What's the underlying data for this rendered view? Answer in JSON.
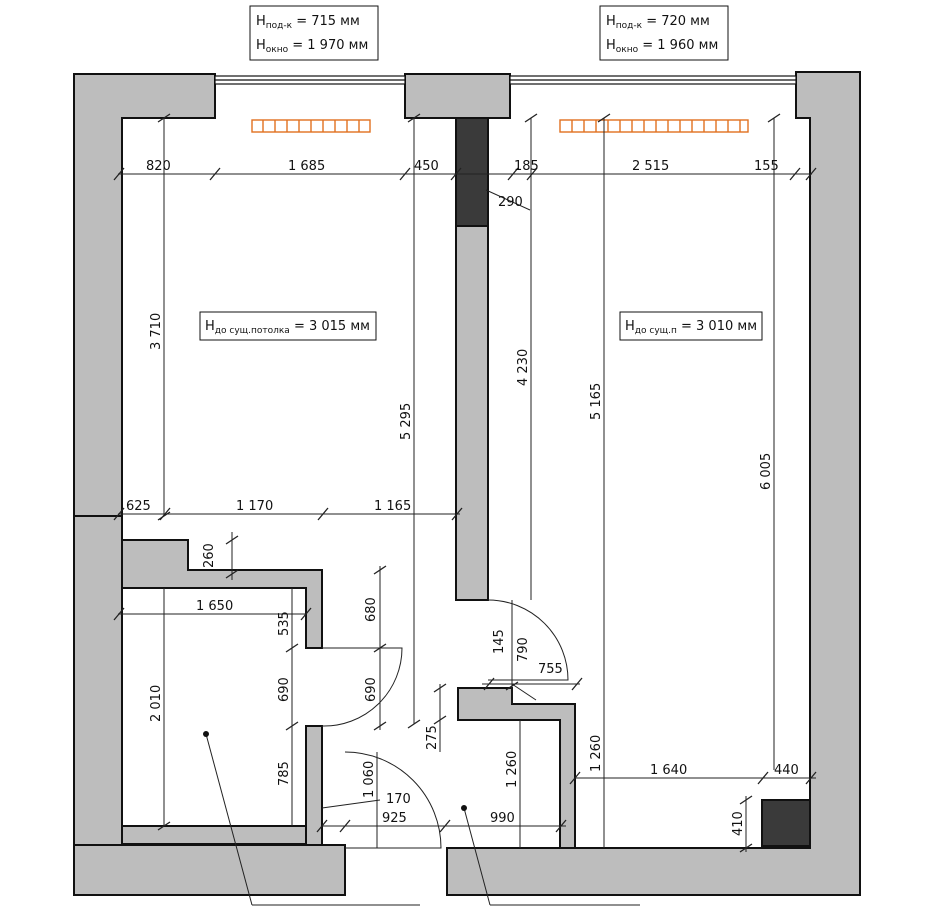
{
  "window_labels": [
    {
      "h_sill": "H",
      "h_sill_sub": "под-к",
      "h_sill_val": " = 715 мм",
      "h_win": "H",
      "h_win_sub": "окно",
      "h_win_val": " = 1 970 мм"
    },
    {
      "h_sill": "H",
      "h_sill_sub": "под-к",
      "h_sill_val": " = 720 мм",
      "h_win": "H",
      "h_win_sub": "окно",
      "h_win_val": " = 1 960 мм"
    }
  ],
  "ceiling_labels": [
    {
      "h": "H",
      "sub": "до сущ.потолка",
      "val": " = 3 015 мм"
    },
    {
      "h": "H",
      "sub": "до сущ.п",
      "val": " = 3 010 мм"
    }
  ],
  "dimensions": {
    "d820": "820",
    "d1685": "1 685",
    "d450": "450",
    "d185": "185",
    "d2515": "2 515",
    "d155": "155",
    "d290": "290",
    "d3710": "3 710",
    "d4230": "4 230",
    "d5295": "5 295",
    "d5165": "5 165",
    "d6005": "6 005",
    "d625": "625",
    "d1170": "1 170",
    "d1165": "1 165",
    "d260": "260",
    "d1650": "1 650",
    "d535": "535",
    "d680": "680",
    "d145": "145",
    "d790": "790",
    "d755": "755",
    "d690a": "690",
    "d690b": "690",
    "d2010": "2 010",
    "d275": "275",
    "d1260a": "1 260",
    "d1260b": "1 260",
    "d1640": "1 640",
    "d440": "440",
    "d785": "785",
    "d1060": "1 060",
    "d170": "170",
    "d925": "925",
    "d990": "990",
    "d410": "410"
  }
}
